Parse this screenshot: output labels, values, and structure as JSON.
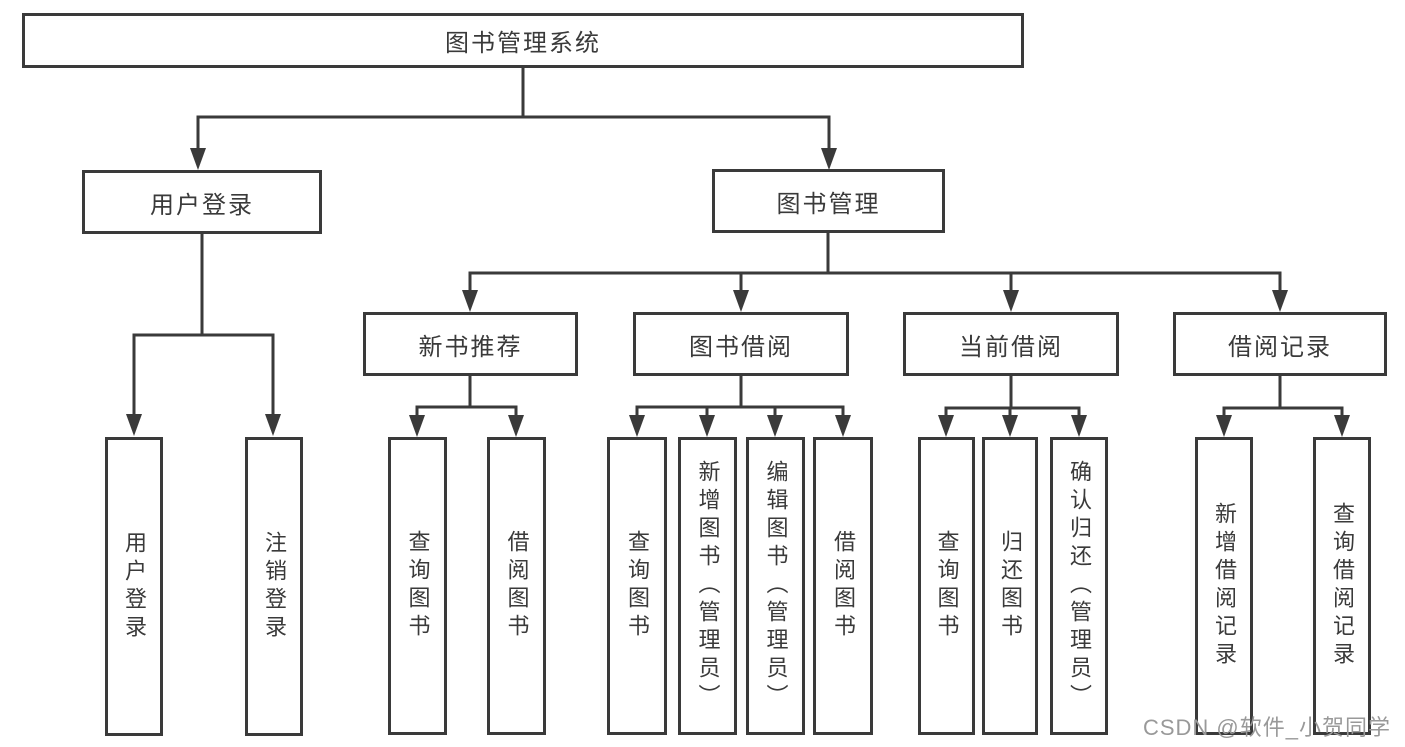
{
  "diagram_title": "图书管理系统",
  "tree": {
    "label": "图书管理系统",
    "children": [
      {
        "label": "用户登录",
        "children": [
          {
            "label": "用户登录"
          },
          {
            "label": "注销登录"
          }
        ]
      },
      {
        "label": "图书管理",
        "children": [
          {
            "label": "新书推荐",
            "children": [
              {
                "label": "查询图书"
              },
              {
                "label": "借阅图书"
              }
            ]
          },
          {
            "label": "图书借阅",
            "children": [
              {
                "label": "查询图书"
              },
              {
                "label": "新增图书（管理员）"
              },
              {
                "label": "编辑图书（管理员）"
              },
              {
                "label": "借阅图书"
              }
            ]
          },
          {
            "label": "当前借阅",
            "children": [
              {
                "label": "查询图书"
              },
              {
                "label": "归还图书"
              },
              {
                "label": "确认归还（管理员）"
              }
            ]
          },
          {
            "label": "借阅记录",
            "children": [
              {
                "label": "新增借阅记录"
              },
              {
                "label": "查询借阅记录"
              }
            ]
          }
        ]
      }
    ]
  },
  "watermark": {
    "text": "CSDN @软件_小贺同学"
  },
  "colors": {
    "line": "#3a3a3a",
    "text": "#3a3a3a",
    "background": "#ffffff",
    "watermark": "#999999"
  }
}
